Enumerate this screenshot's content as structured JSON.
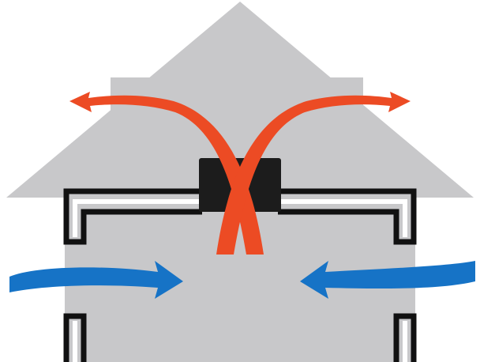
{
  "diagram": {
    "colors": {
      "background": "#ffffff",
      "house": "#c8c8ca",
      "outline": "#111111",
      "vent": "#1c1c1c",
      "exhaust_arrow": "#ec4b24",
      "intake_arrow": "#1673c6"
    },
    "parts": [
      "house-silhouette",
      "ceiling-outline",
      "attic-vent",
      "exhaust-arrows",
      "intake-arrows",
      "window-frames"
    ]
  }
}
